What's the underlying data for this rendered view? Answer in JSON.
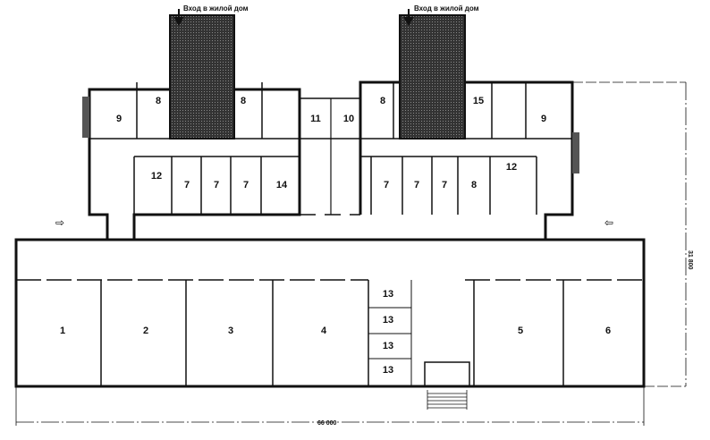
{
  "plan": {
    "entrance_captions": [
      "Вход в жилой дом",
      "Вход в жилой дом"
    ],
    "dimensions": {
      "width": "66 000",
      "depth": "31 800"
    },
    "rooms": {
      "upper_left": [
        "9",
        "8",
        "8"
      ],
      "upper_middle": [
        "11",
        "10"
      ],
      "upper_right": [
        "8",
        "15",
        "9"
      ],
      "middle_left": [
        "12",
        "7",
        "7",
        "7",
        "14"
      ],
      "middle_right": [
        "7",
        "7",
        "7",
        "8",
        "12"
      ],
      "main": [
        "1",
        "2",
        "3",
        "4",
        "5",
        "6"
      ],
      "small": [
        "13",
        "13",
        "13",
        "13"
      ]
    }
  }
}
